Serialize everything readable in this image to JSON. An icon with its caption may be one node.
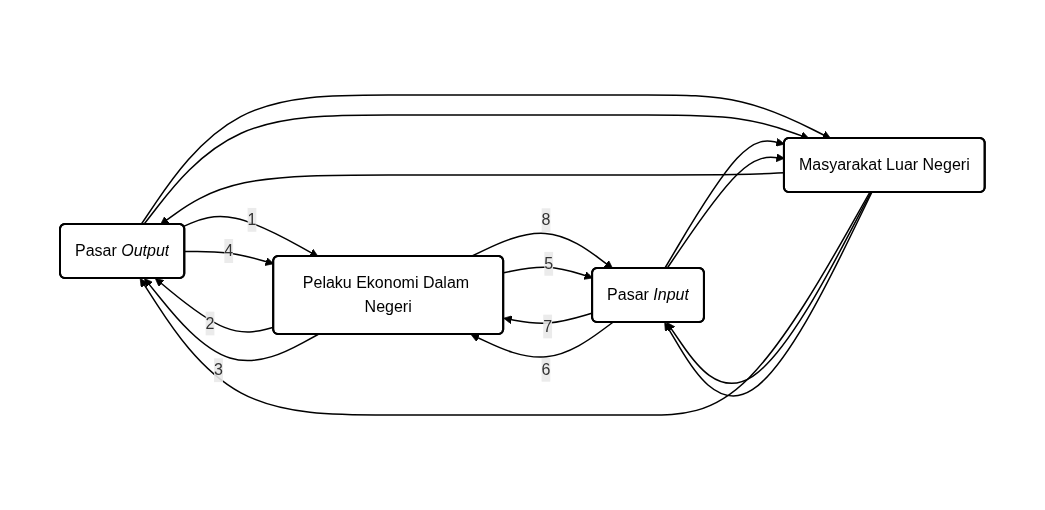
{
  "diagram": {
    "nodes": [
      {
        "text": [
          "Pasar *Output*"
        ]
      },
      {
        "text": [
          "Pelaku Ekonomi Dalam Negeri"
        ]
      },
      {
        "text": [
          "Masyarakat Luar Negeri"
        ]
      },
      {
        "text": [
          "Pasar *Input*"
        ]
      }
    ],
    "edges": [
      {
        "from": 0,
        "to": 1,
        "arrow": "to",
        "label": "1"
      },
      {
        "from": 1,
        "to": 0,
        "arrow": "to",
        "label": "2"
      },
      {
        "from": 0,
        "to": 1,
        "arrow": "to",
        "label": "4"
      },
      {
        "from": 1,
        "to": 0,
        "arrow": "to",
        "label": "3"
      },
      {
        "from": 3,
        "to": 1,
        "arrow": "to",
        "label": "7"
      },
      {
        "from": 1,
        "to": 3,
        "arrow": "to",
        "label": "8"
      },
      {
        "from": 3,
        "to": 1,
        "arrow": "to",
        "label": "6"
      },
      {
        "from": 1,
        "to": 3,
        "arrow": "to",
        "label": "5"
      },
      {
        "from": 2,
        "to": 0,
        "arrow": "to"
      },
      {
        "from": 0,
        "to": 2,
        "arrow": "to"
      },
      {
        "from": 2,
        "to": 0,
        "arrow": "to"
      },
      {
        "from": 0,
        "to": 2,
        "arrow": "to"
      },
      {
        "from": 2,
        "to": 3,
        "arrow": "to"
      },
      {
        "from": 3,
        "to": 2,
        "arrow": "to"
      },
      {
        "from": 2,
        "to": 3,
        "arrow": "to"
      },
      {
        "from": 3,
        "to": 2,
        "arrow": "to"
      }
    ]
  }
}
